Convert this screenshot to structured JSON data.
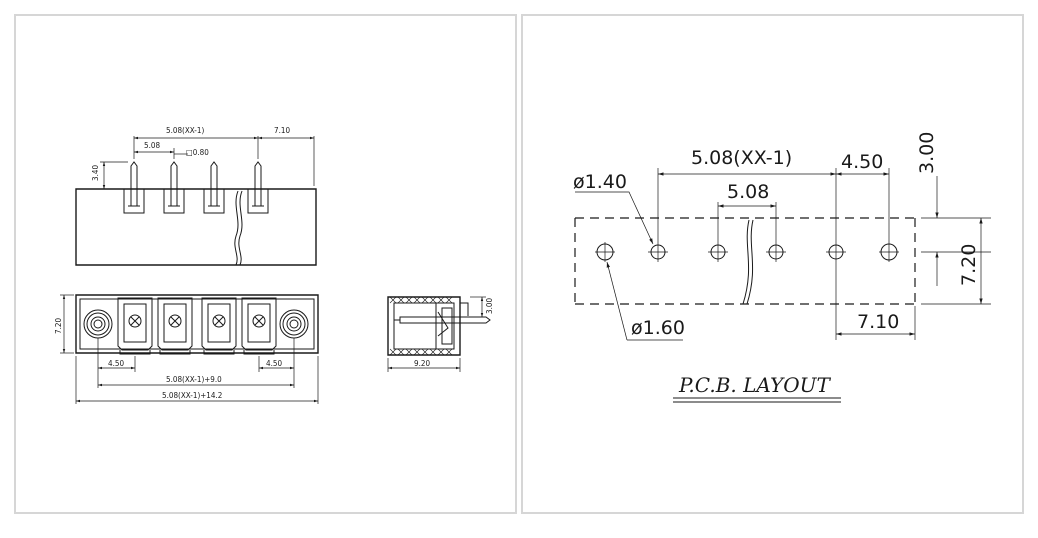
{
  "left_panel": {
    "top_view": {
      "pitch_total": "5.08(XX-1)",
      "end_offset": "7.10",
      "pitch": "5.08",
      "pin_square": "□0.80",
      "pin_height": "3.40"
    },
    "front_view": {
      "height": "7.20",
      "edge_left": "4.50",
      "edge_right": "4.50",
      "inner_length": "5.08(XX-1)+9.0",
      "overall_length": "5.08(XX-1)+14.2"
    },
    "side_view": {
      "height": "3.00",
      "depth": "9.20"
    }
  },
  "right_panel": {
    "pcb_layout": {
      "pitch_total": "5.08(XX-1)",
      "offset": "4.50",
      "pitch": "5.08",
      "top_offset": "3.00",
      "height": "7.20",
      "end_length": "7.10",
      "hole_small": "ø1.40",
      "hole_large": "ø1.60",
      "title": "P.C.B. LAYOUT"
    }
  }
}
